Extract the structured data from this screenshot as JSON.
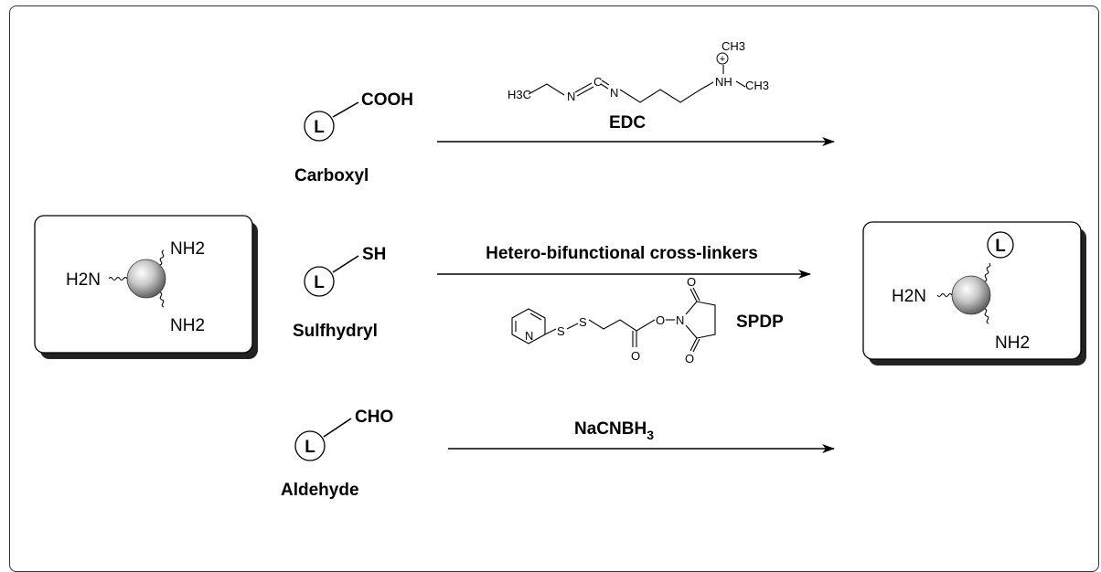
{
  "substrate": {
    "left_top_group": "NH2",
    "left_left_group": "H2N",
    "left_bottom_group": "NH2"
  },
  "product": {
    "label_letter": "L",
    "left_group": "H2N",
    "bottom_group": "NH2"
  },
  "ligands": [
    {
      "letter": "L",
      "group": "COOH",
      "name": "Carboxyl"
    },
    {
      "letter": "L",
      "group": "SH",
      "name": "Sulfhydryl"
    },
    {
      "letter": "L",
      "group": "CHO",
      "name": "Aldehyde"
    }
  ],
  "reagents": {
    "edc_label": "EDC",
    "edc_atoms": {
      "h3c": "H3C",
      "n1": "N",
      "c": "C",
      "n2": "N",
      "nh": "NH",
      "ch3_top": "CH3",
      "ch3_right": "CH3",
      "plus": "+"
    },
    "crosslinker_label": "Hetero-bifunctional cross-linkers",
    "spdp_label": "SPDP",
    "spdp_atoms": {
      "n_ring": "N",
      "s1": "S",
      "s2": "S",
      "o_ester": "O",
      "n_imide": "N",
      "o_top": "O",
      "o_bottom": "O",
      "o_carbonyl": "O"
    },
    "nacnbh_label": "NaCNBH",
    "nacnbh_sub": "3"
  },
  "colors": {
    "ink": "#000000",
    "sphere_light": "#ffffff",
    "sphere_dark": "#5a5a5a",
    "shadow": "#222222"
  }
}
